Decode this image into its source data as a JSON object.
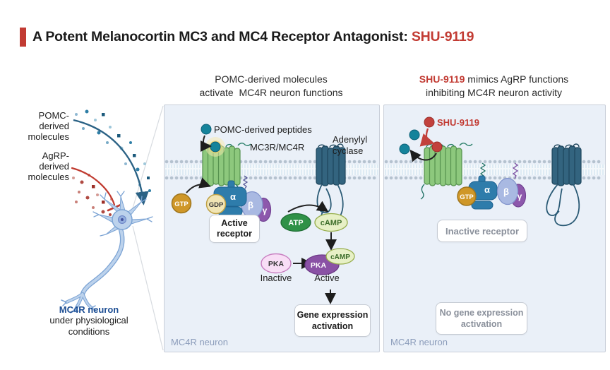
{
  "title": {
    "main": "A Potent Melanocortin MC3 and MC4 Receptor Antagonist:",
    "highlight": "SHU-9119"
  },
  "colors": {
    "accent_red": "#c23b33",
    "pomc_teal": "#15839b",
    "agrp_red": "#c0392b",
    "receptor_green": "#8dc87d",
    "adenylyl_cyclase_blue": "#33647f",
    "alpha_subunit_blue": "#2e7cab",
    "beta_subunit_lavender": "#a9b9e2",
    "gamma_subunit_purple": "#8d58ac",
    "gtp_amber": "#cf9728",
    "gdp_cream": "#f1e5b4",
    "atp_green": "#2f9147",
    "camp_light_green": "#e7f0c6",
    "pka_inactive_pink": "#f8def6",
    "pka_active_purple": "#8a51a5",
    "panel_bg": "#eaf0f8",
    "neuron_blue": "#bcd2ec"
  },
  "left_figure": {
    "pomc_label": "POMC-\nderived\nmolecules",
    "agrp_label": "AgRP-\nderived\nmolecules",
    "neuron_name": "MC4R neuron",
    "neuron_caption": "under physiological\nconditions"
  },
  "middle_panel": {
    "heading": "POMC-derived molecules\nactivate  MC4R neuron functions",
    "legend_peptides": "POMC-derived peptides",
    "receptor_label": "MC3R/MC4R",
    "adenylyl_label": "Adenylyl\ncyclase",
    "gtp": "GTP",
    "gdp": "GDP",
    "alpha": "α",
    "beta": "β",
    "gamma": "γ",
    "active_receptor_box": "Active\nreceptor",
    "atp": "ATP",
    "camp": "cAMP",
    "pka_inactive": "PKA",
    "pka_inactive_state": "Inactive",
    "pka_active": "PKA",
    "pka_active_camp": "cAMP",
    "pka_active_state": "Active",
    "gene_box": "Gene expression\nactivation",
    "footer": "MC4R neuron"
  },
  "right_panel": {
    "heading_red": "SHU-9119",
    "heading_rest": " mimics AgRP functions",
    "heading_line2": "inhibiting MC4R neuron activity",
    "ligand_label": "SHU-9119",
    "gtp": "GTP",
    "alpha": "α",
    "beta": "β",
    "gamma": "γ",
    "inactive_receptor_box": "Inactive receptor",
    "no_gene_box": "No gene expression\nactivation",
    "footer": "MC4R neuron"
  }
}
